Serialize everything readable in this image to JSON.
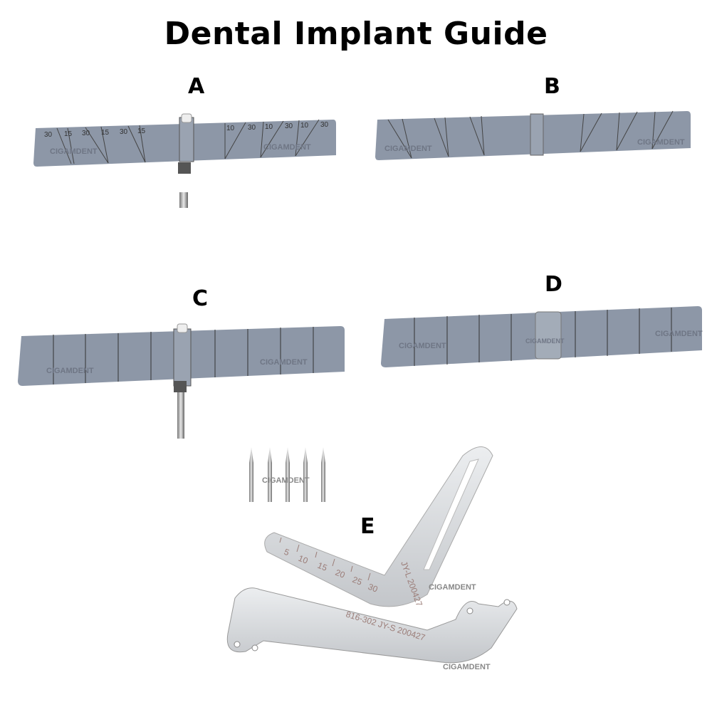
{
  "title": "Dental Implant Guide",
  "labels": {
    "a": "A",
    "b": "B",
    "c": "C",
    "d": "D",
    "e": "E"
  },
  "watermark": "CIGAMDENT",
  "ruler_angles": [
    "30",
    "15",
    "30",
    "15",
    "30",
    "15",
    "10",
    "30",
    "10",
    "30",
    "10",
    "30"
  ],
  "e_instrument": {
    "scale": [
      "5",
      "10",
      "15",
      "20",
      "25",
      "30"
    ],
    "l_code": "JY-L 200427",
    "s_code": "816-302 JY-S 200427"
  },
  "colors": {
    "ruler": "#8d97a7",
    "steel": "#d9dbdd"
  }
}
